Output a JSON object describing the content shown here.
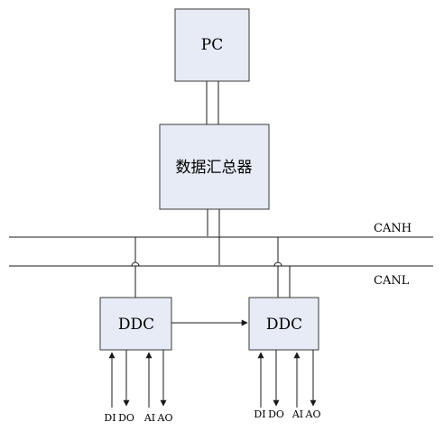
{
  "nodes": {
    "pc": "PC",
    "aggregator": "数据汇总器",
    "ddc_left": "DDC",
    "ddc_right": "DDC"
  },
  "bus": {
    "canh": "CANH",
    "canl": "CANL"
  },
  "io_left": [
    "DI",
    "DO",
    "AI",
    "AO"
  ],
  "io_right": [
    "DI",
    "DO",
    "AI",
    "AO"
  ]
}
